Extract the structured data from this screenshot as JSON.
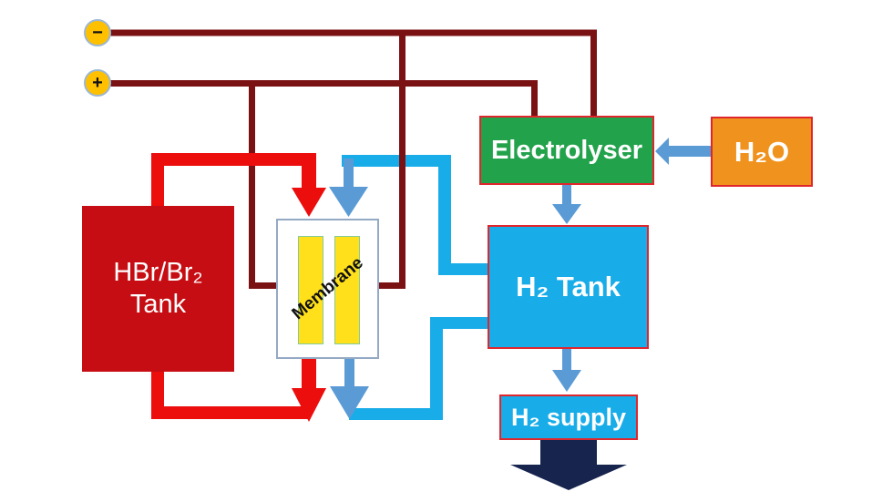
{
  "diagram": {
    "terminals": {
      "minus_label": "−",
      "plus_label": "+"
    },
    "hbr_tank": {
      "line1": "HBr/Br₂",
      "line2": "Tank"
    },
    "membrane": {
      "label": "Membrane"
    },
    "electrolyser": {
      "label": "Electrolyser"
    },
    "h2o": {
      "label": "H₂O"
    },
    "h2_tank": {
      "label": "H₂ Tank"
    },
    "h2_supply": {
      "label": "H₂ supply"
    },
    "colors": {
      "wire_dark_red": "#7A1113",
      "pipe_red": "#EC0D0D",
      "tank_red": "#C60D13",
      "pipe_cyan": "#18ACE8",
      "arrow_blue": "#5B9BD5",
      "box_green": "#23A24C",
      "box_orange": "#F0921E",
      "box_cyan": "#18ACE8",
      "box_border_red": "#E0262D",
      "terminal_yellow": "#FFC000",
      "terminal_border": "#9BB7D4",
      "supply_arrow_navy": "#16244E",
      "membrane_bar_yellow": "#FFE01A",
      "membrane_bar_border": "#85CB99",
      "membrane_box_border": "#94A9C4"
    }
  }
}
